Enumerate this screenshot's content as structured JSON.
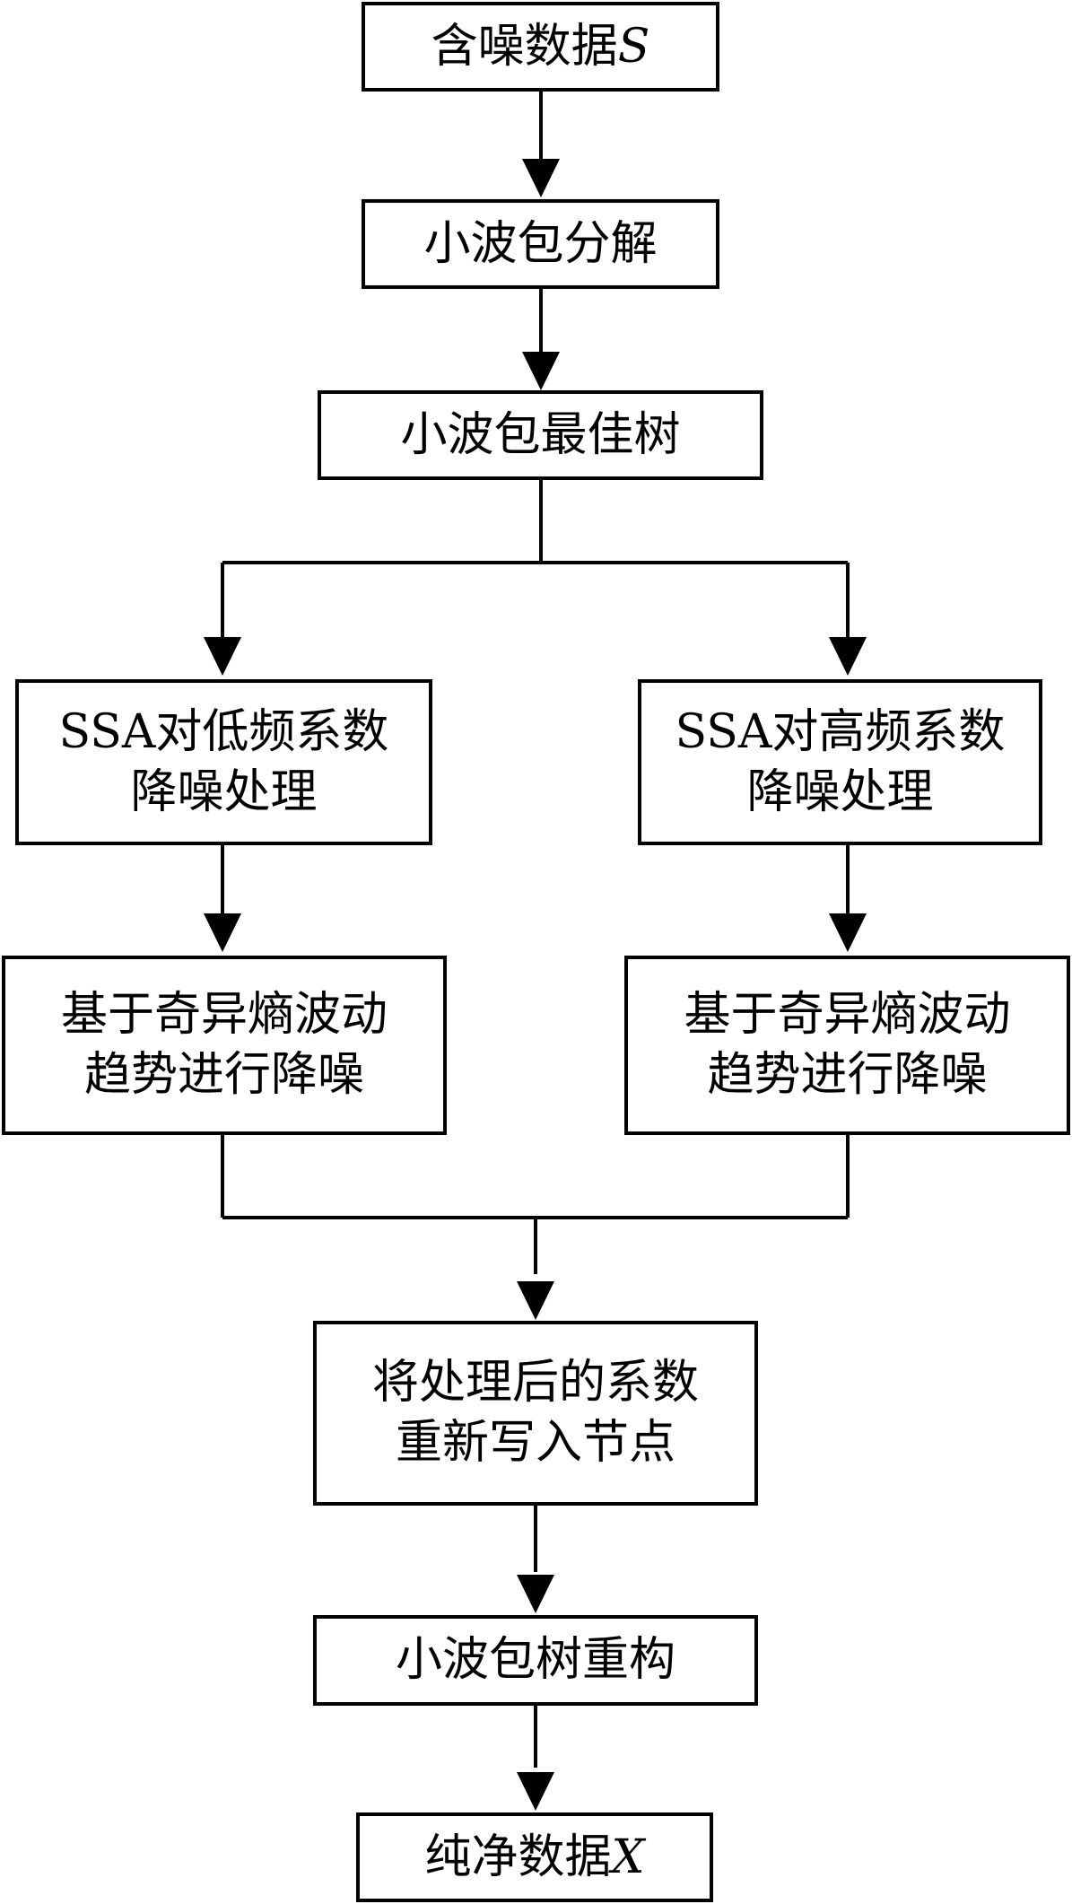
{
  "nodes": {
    "input": {
      "text": "含噪数据",
      "var": "S"
    },
    "decompose": {
      "text": "小波包分解"
    },
    "best_tree": {
      "text": "小波包最佳树"
    },
    "ssa_low": {
      "line1": "SSA对低频系数",
      "line2": "降噪处理"
    },
    "ssa_high": {
      "line1": "SSA对高频系数",
      "line2": "降噪处理"
    },
    "entropy_left": {
      "line1": "基于奇异熵波动",
      "line2": "趋势进行降噪"
    },
    "entropy_right": {
      "line1": "基于奇异熵波动",
      "line2": "趋势进行降噪"
    },
    "rewrite": {
      "line1": "将处理后的系数",
      "line2": "重新写入节点"
    },
    "reconstruct": {
      "text": "小波包树重构"
    },
    "output": {
      "text": "纯净数据",
      "var": "X"
    }
  },
  "colors": {
    "stroke": "#000000",
    "fill": "#ffffff"
  }
}
